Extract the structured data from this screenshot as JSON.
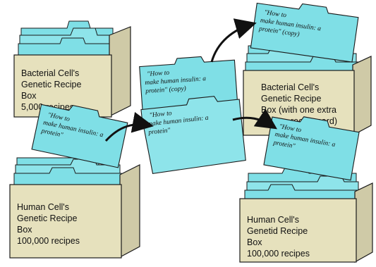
{
  "boxes": {
    "bacterial_original": {
      "line1": "Bacterial Cell's",
      "line2": "Genetic Recipe",
      "line3": "Box",
      "line4": "5,000 recipes"
    },
    "human_original": {
      "line1": "Human Cell's",
      "line2": "Genetic Recipe",
      "line3": "Box",
      "line4": "100,000 recipes"
    },
    "bacterial_modified": {
      "line1": "Bacterial Cell's",
      "line2": "Genetic Recipe",
      "line3": "Box (with one extra",
      "line4": "recipe card)"
    },
    "human_result": {
      "line1": "Human Cell's",
      "line2": "Genetid Recipe",
      "line3": "Box",
      "line4": "100,000 recipes"
    }
  },
  "cards": {
    "human_box_card": {
      "line1": "\"How to",
      "line2": "make human insulin: a",
      "line3": "protein\""
    },
    "middle_copy_card": {
      "line1": "\"How to",
      "line2": "make human insulin: a",
      "line3": "protein\"   (copy)"
    },
    "middle_front_card": {
      "line1": "\"How to",
      "line2": "make human insulin: a",
      "line3": "protein\""
    },
    "top_right_card": {
      "line1": "\"How to",
      "line2": "make human insulin: a",
      "line3": "protein\"  (copy)"
    },
    "bottom_right_card": {
      "line1": "\"How to",
      "line2": "make human insulin: a",
      "line3": "protein\""
    }
  },
  "colors": {
    "card": "#7fdfe6",
    "card_dark": "#3fb3c4",
    "box_side": "#d8d4b2",
    "box_front": "#e6e1bd",
    "outline": "#1a1a1a"
  }
}
